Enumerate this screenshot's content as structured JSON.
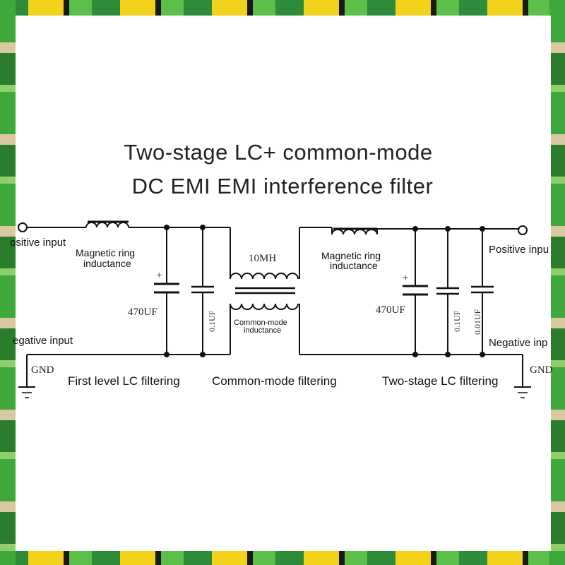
{
  "title_line1": "Two-stage LC+ common-mode",
  "title_line2": "DC EMI EMI interference filter",
  "labels": {
    "positive_input_left": "ositive input",
    "positive_input_right": "Positive inpu",
    "negative_input_left": "egative input",
    "negative_input_right": "Negative inp",
    "magnetic_ring_left_1": "Magnetic ring",
    "magnetic_ring_left_2": "inductance",
    "magnetic_ring_right_1": "Magnetic ring",
    "magnetic_ring_right_2": "inductance",
    "common_mode_inductance_1": "Common-mode",
    "common_mode_inductance_2": "inductance",
    "inductor_value": "10MH",
    "cap_470_left": "470UF",
    "cap_01_left": "0.1UF",
    "cap_470_right": "470UF",
    "cap_01_right": "0.1UF",
    "cap_001_right": "0.01UF",
    "gnd_left": "GND",
    "gnd_right": "GND",
    "plus_left": "+",
    "plus_right": "+"
  },
  "captions": {
    "first_level": "First level LC filtering",
    "common_mode": "Common-mode filtering",
    "two_stage": "Two-stage LC filtering"
  },
  "colors": {
    "ink": "#111111",
    "card": "#ffffff"
  }
}
